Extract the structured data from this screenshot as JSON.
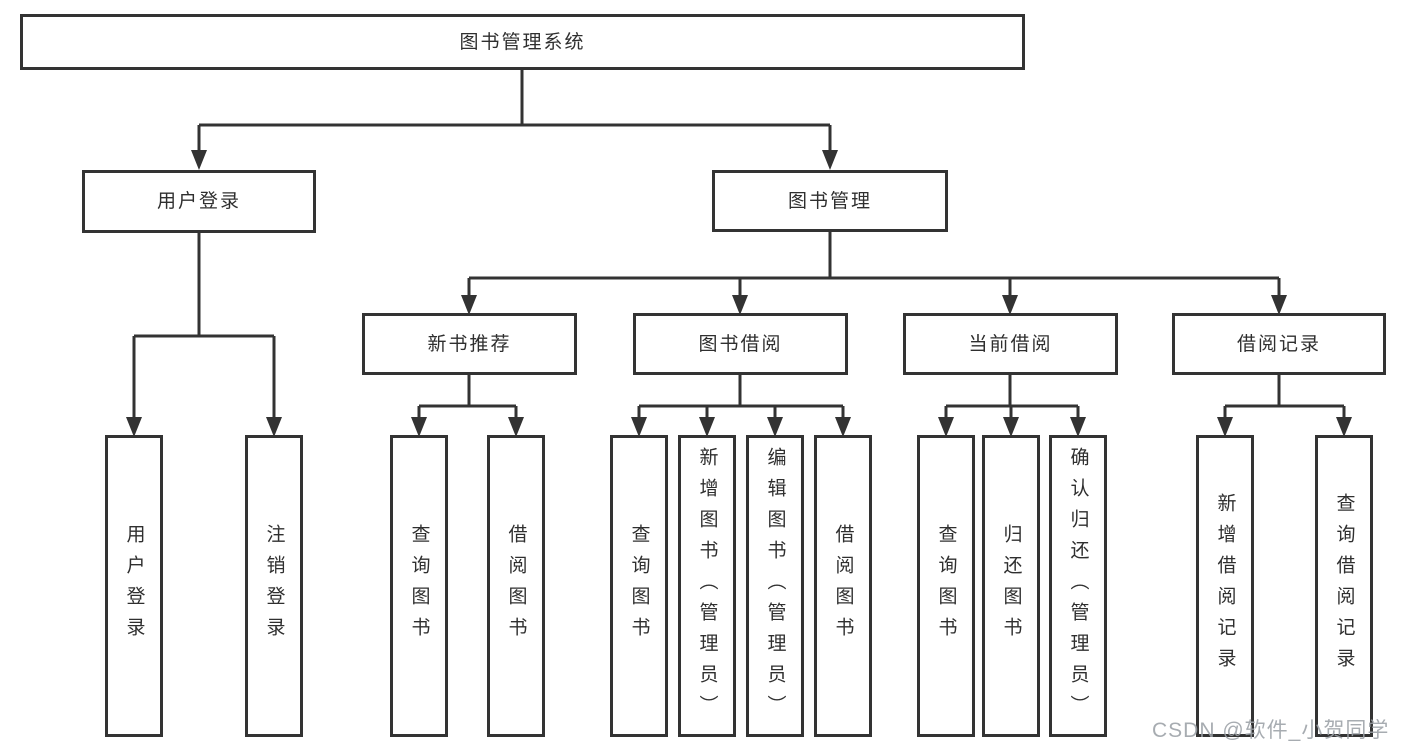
{
  "diagram": {
    "root": "图书管理系统",
    "branches": {
      "user_login": "用户登录",
      "book_management": "图书管理"
    },
    "user_login_children": [
      "用户登录",
      "注销登录"
    ],
    "modules": [
      {
        "label": "新书推荐",
        "children": [
          "查询图书",
          "借阅图书"
        ]
      },
      {
        "label": "图书借阅",
        "children": [
          "查询图书",
          "新增图书（管理员）",
          "编辑图书（管理员）",
          "借阅图书"
        ]
      },
      {
        "label": "当前借阅",
        "children": [
          "查询图书",
          "归还图书",
          "确认归还（管理员）"
        ]
      },
      {
        "label": "借阅记录",
        "children": [
          "新增借阅记录",
          "查询借阅记录"
        ]
      }
    ]
  },
  "watermark": "CSDN @软件_小贺同学",
  "colors": {
    "line": "#333333",
    "text": "#2f2f2f",
    "background": "#ffffff",
    "watermark": "#9ca1a7"
  }
}
